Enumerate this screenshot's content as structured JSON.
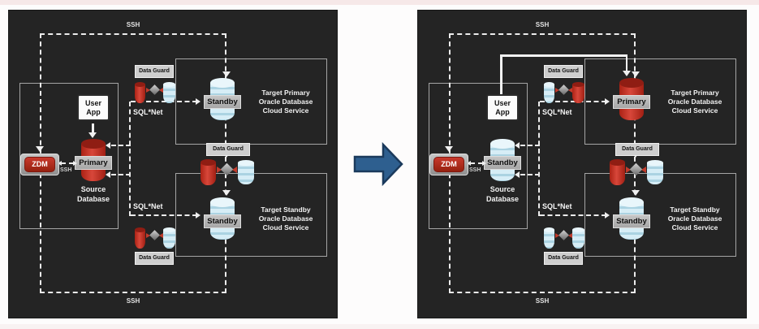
{
  "theme": {
    "page_bg": "#fdfcfc",
    "page_top_strip": "#f6e8e8",
    "panel_bg": "#242424",
    "line": "#ececec",
    "band_bg": "#a6a6a6",
    "label_bg": "#cecece",
    "db_red": "#bf2a1e",
    "db_blue": "#cfe9f3",
    "zdm_red": "#c8392c",
    "arrow_fill": "#2e5f8f",
    "arrow_stroke": "#1b3a5c"
  },
  "transition": {
    "icon": "block-arrow-right-icon"
  },
  "panels": [
    {
      "name": "before-switchover",
      "ssh_top_label": "SSH",
      "ssh_bottom_label": "SSH",
      "zdm_label": "ZDM",
      "zdm_ssh_label": "SSH",
      "user_app_label": [
        "User",
        "App"
      ],
      "user_connection": "source",
      "source_db": {
        "band": "Primary",
        "color": "red",
        "caption": [
          "Source",
          "Database"
        ]
      },
      "sqlnet_top_label": "SQL*Net",
      "sqlnet_bottom_label": "SQL*Net",
      "dataguard_top": {
        "label": "Data Guard",
        "left": "red",
        "right": "blue"
      },
      "dataguard_mid": {
        "label": "Data Guard",
        "left": "red",
        "right": "blue"
      },
      "dataguard_bottom": {
        "label": "Data Guard",
        "left": "red",
        "right": "blue"
      },
      "target_primary": {
        "band": "Standby",
        "color": "blue",
        "caption": [
          "Target Primary",
          "Oracle Database",
          "Cloud Service"
        ]
      },
      "target_standby": {
        "band": "Standby",
        "color": "blue",
        "caption": [
          "Target Standby",
          "Oracle Database",
          "Cloud Service"
        ]
      }
    },
    {
      "name": "after-switchover",
      "ssh_top_label": "SSH",
      "ssh_bottom_label": "SSH",
      "zdm_label": "ZDM",
      "zdm_ssh_label": "SSH",
      "user_app_label": [
        "User",
        "App"
      ],
      "user_connection": "target",
      "source_db": {
        "band": "Standby",
        "color": "blue",
        "caption": [
          "Source",
          "Database"
        ]
      },
      "sqlnet_top_label": "SQL*Net",
      "sqlnet_bottom_label": "SQL*Net",
      "dataguard_top": {
        "label": "Data Guard",
        "left": "blue",
        "right": "red"
      },
      "dataguard_mid": {
        "label": "Data Guard",
        "left": "red",
        "right": "blue"
      },
      "dataguard_bottom": {
        "label": "Data Guard",
        "left": "blue",
        "right": "blue"
      },
      "target_primary": {
        "band": "Primary",
        "color": "red",
        "caption": [
          "Target Primary",
          "Oracle Database",
          "Cloud Service"
        ]
      },
      "target_standby": {
        "band": "Standby",
        "color": "blue",
        "caption": [
          "Target Standby",
          "Oracle Database",
          "Cloud Service"
        ]
      }
    }
  ]
}
